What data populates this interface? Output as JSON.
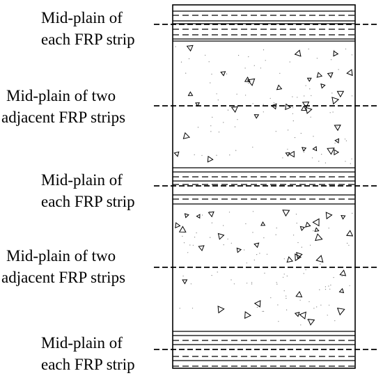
{
  "labels": [
    {
      "line1": "Mid-plain of",
      "line2": "each FRP strip"
    },
    {
      "line1": "Mid-plain of two",
      "line2": "adjacent FRP strips"
    },
    {
      "line1": "Mid-plain of",
      "line2": "each FRP strip"
    },
    {
      "line1": "Mid-plain of two",
      "line2": "adjacent FRP strips"
    },
    {
      "line1": "Mid-plain of",
      "line2": "each FRP strip"
    }
  ]
}
